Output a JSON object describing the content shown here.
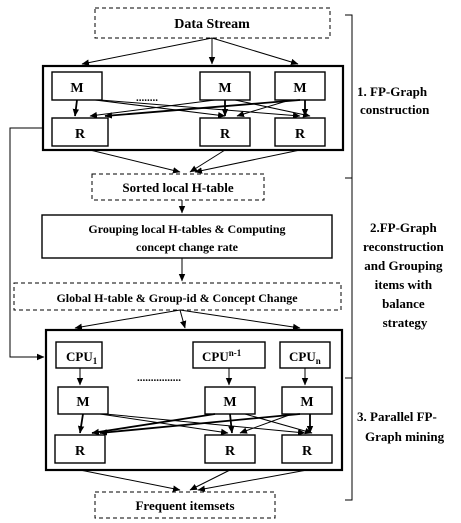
{
  "diagram": {
    "data_stream": "Data Stream",
    "stage1": {
      "m_label": "M",
      "r_label": "R",
      "dots": "........"
    },
    "sorted_table": "Sorted local H-table",
    "grouping_box": {
      "line1": "Grouping local H-tables & Computing",
      "line2": "concept change rate"
    },
    "global_table": "Global H-table & Group-id & Concept Change",
    "stage3": {
      "cpu": "CPU",
      "cpu_sub_1": "1",
      "cpu_sub_n1": "n-1",
      "cpu_sub_n": "n",
      "m_label": "M",
      "r_label": "R",
      "dots": "................"
    },
    "frequent": "Frequent itemsets",
    "phases": [
      {
        "lines": [
          "1. FP-Graph",
          "construction"
        ]
      },
      {
        "lines": [
          "2.FP-Graph",
          "reconstruction",
          "and Grouping",
          "items with",
          "balance",
          "strategy"
        ]
      },
      {
        "lines": [
          "3. Parallel FP-",
          "Graph  mining"
        ]
      }
    ]
  }
}
